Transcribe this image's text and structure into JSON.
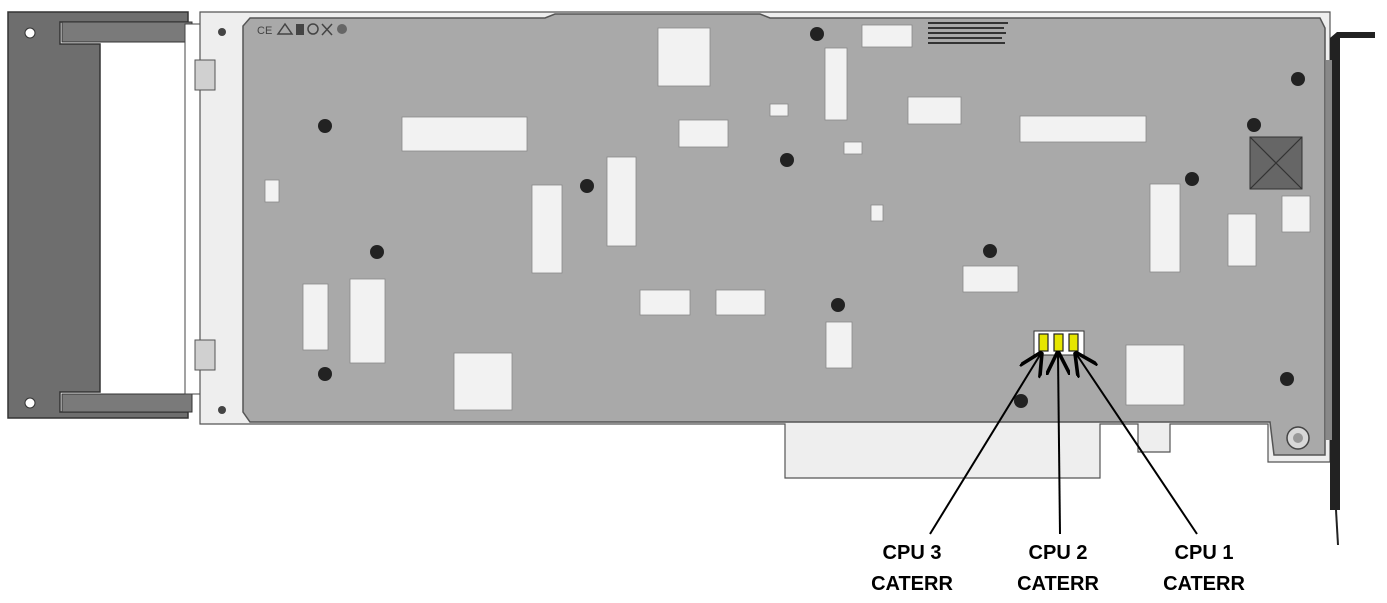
{
  "callouts": [
    {
      "line1": "CPU 3",
      "line2": "CATERR",
      "led_color": "#e6e600"
    },
    {
      "line1": "CPU 2",
      "line2": "CATERR",
      "led_color": "#e6e600"
    },
    {
      "line1": "CPU 1",
      "line2": "CATERR",
      "led_color": "#e6e600"
    }
  ],
  "colors": {
    "board": "#a9a9a9",
    "board_edge": "#555555",
    "component": "#f2f2f2",
    "bracket": "#6e6e6e",
    "pcb_outline": "#eeeeee"
  },
  "icons": [
    "ce-mark-icon",
    "rcm-mark-icon",
    "kc-mark-icon",
    "ukca-mark-icon",
    "weee-bin-icon",
    "recycle-icon"
  ]
}
